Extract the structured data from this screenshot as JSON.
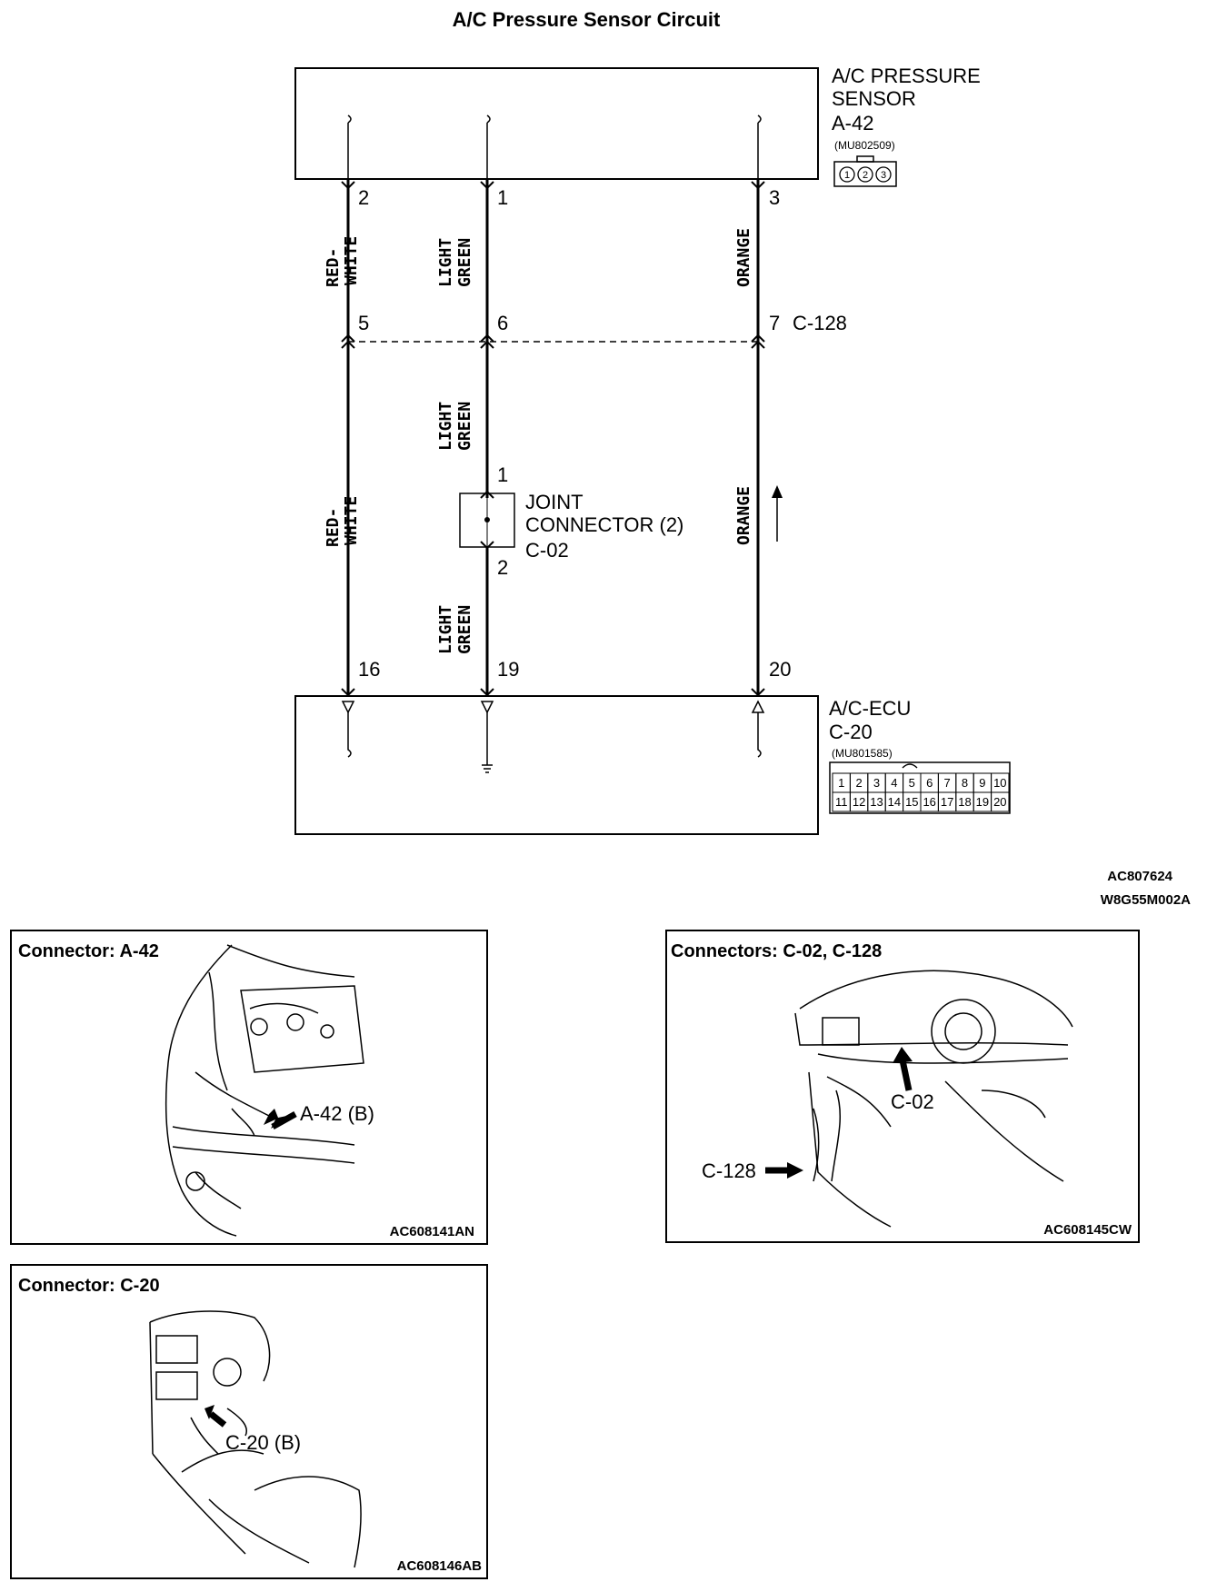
{
  "title": "A/C Pressure Sensor Circuit",
  "sensor": {
    "name_line1": "A/C PRESSURE",
    "name_line2": "SENSOR",
    "connector": "A-42",
    "part_no": "(MU802509)",
    "pins": [
      "1",
      "2",
      "3"
    ]
  },
  "ecu": {
    "name": "A/C-ECU",
    "connector": "C-20",
    "part_no": "(MU801585)",
    "pins_row1": [
      "1",
      "2",
      "3",
      "4",
      "5",
      "6",
      "7",
      "8",
      "9",
      "10"
    ],
    "pins_row2": [
      "11",
      "12",
      "13",
      "14",
      "15",
      "16",
      "17",
      "18",
      "19",
      "20"
    ]
  },
  "circuit": {
    "sensor_pins": [
      "2",
      "1",
      "3"
    ],
    "inter_pins": [
      "5",
      "6",
      "7"
    ],
    "inter_connector": "C-128",
    "ecu_pins": [
      "16",
      "19",
      "20"
    ],
    "joint": {
      "line1": "JOINT",
      "line2": "CONNECTOR (2)",
      "connector": "C-02",
      "pin_top": "1",
      "pin_bottom": "2"
    },
    "wires": {
      "red_white_1": "RED-",
      "red_white_2": "WHITE",
      "light": "LIGHT",
      "green": "GREEN",
      "orange": "ORANGE"
    }
  },
  "figure_codes": {
    "code1": "AC807624",
    "code2": "W8G55M002A"
  },
  "connector_views": [
    {
      "title": "Connector: A-42",
      "callout": "A-42 (B)",
      "code": "AC608141AN"
    },
    {
      "title": "Connectors: C-02, C-128",
      "callout_a": "C-02",
      "callout_b": "C-128",
      "code": "AC608145CW"
    },
    {
      "title": "Connector: C-20",
      "callout": "C-20 (B)",
      "code": "AC608146AB"
    }
  ]
}
